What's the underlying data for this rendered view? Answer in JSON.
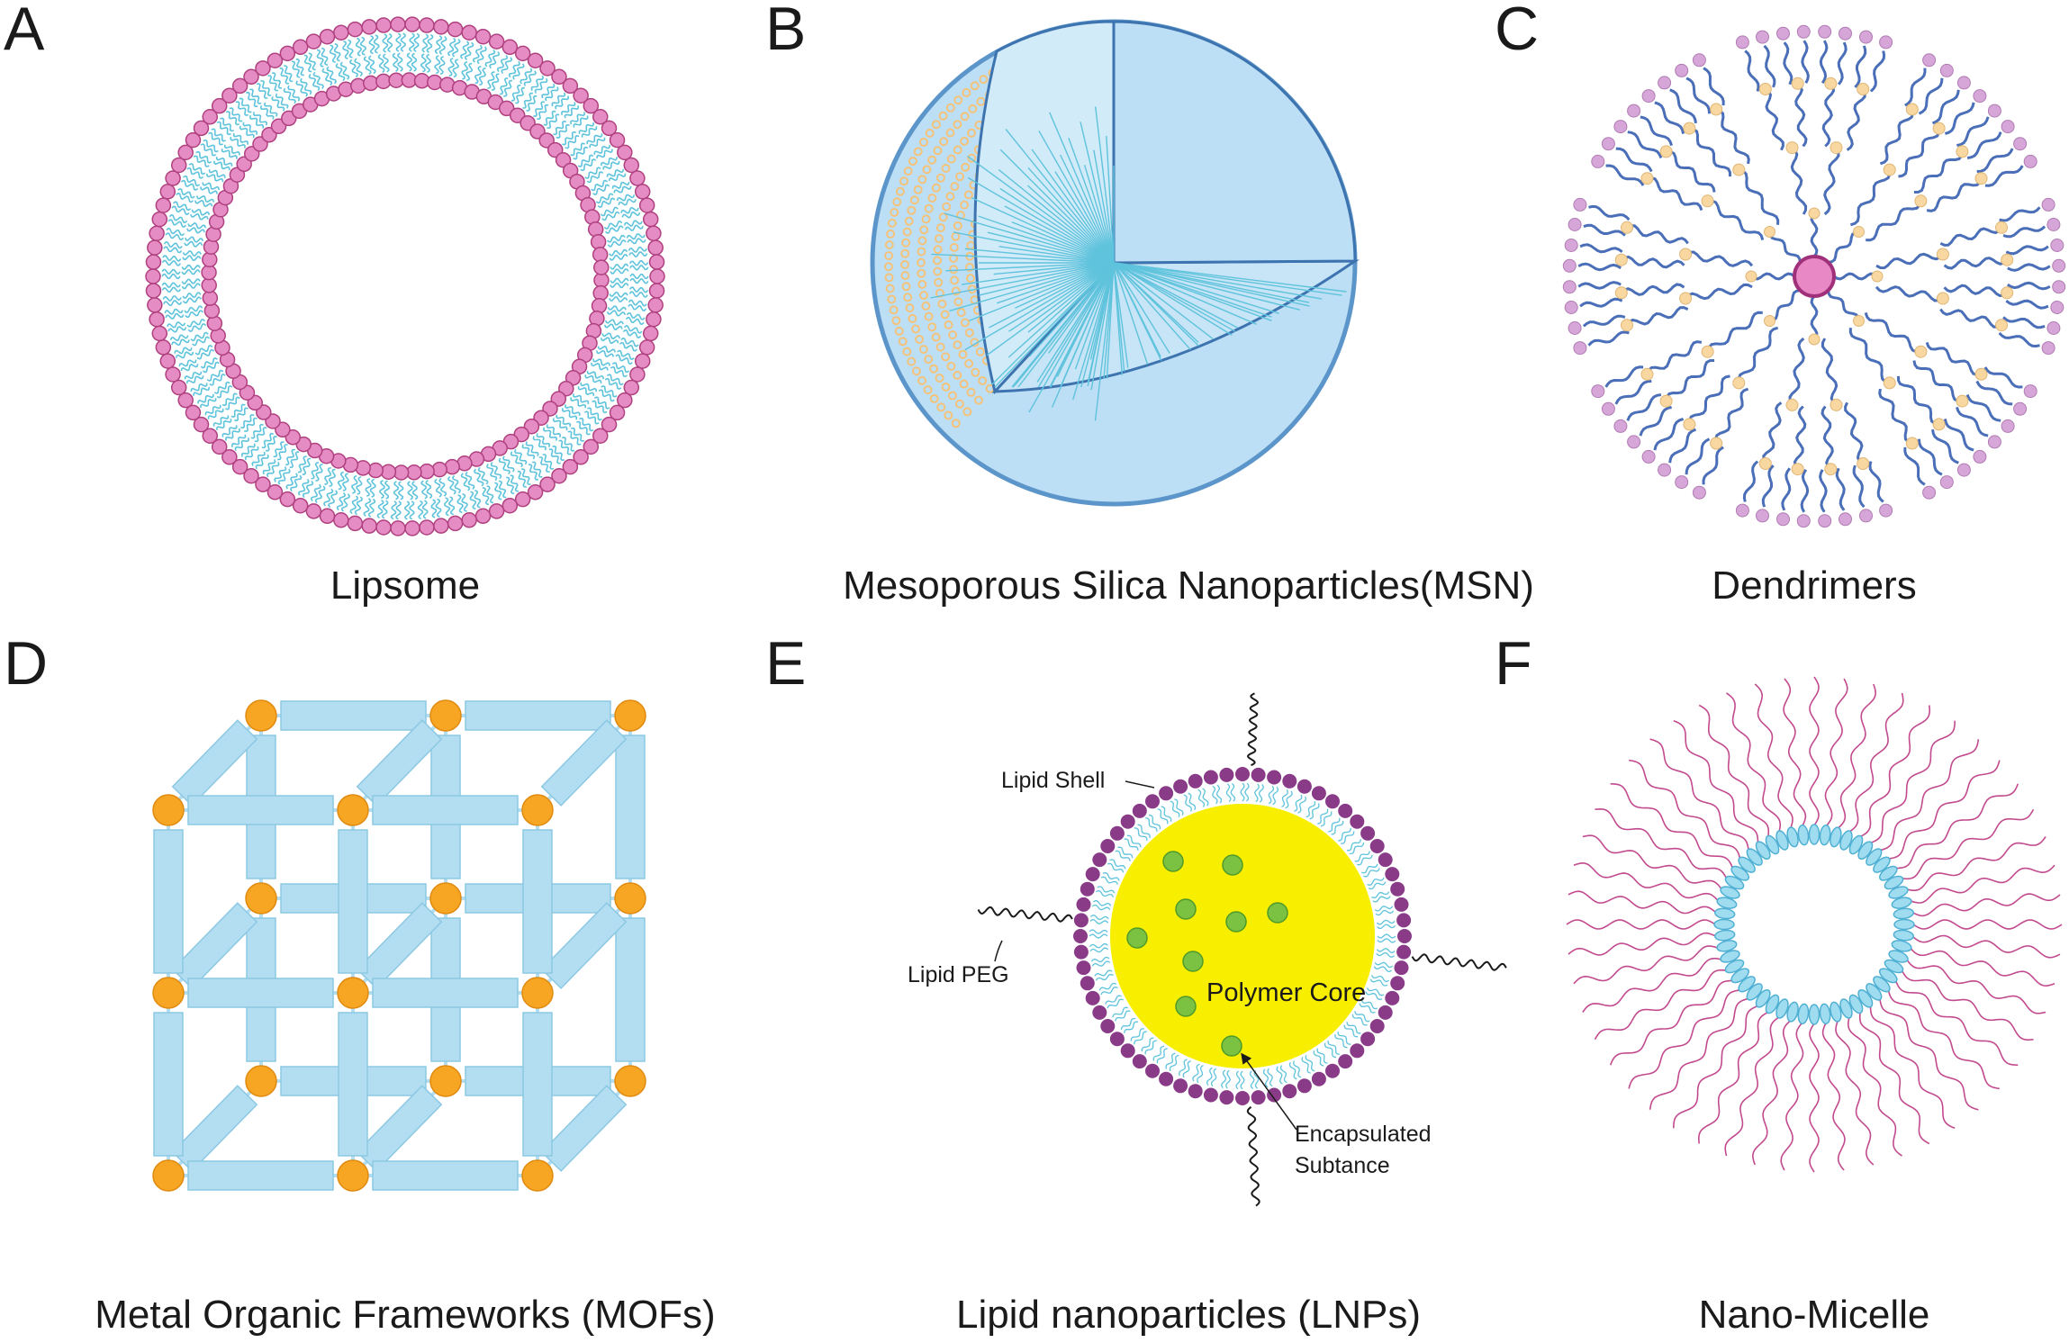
{
  "panels": {
    "A": {
      "letter": "A",
      "caption": "Lipsome"
    },
    "B": {
      "letter": "B",
      "caption": "Mesoporous Silica Nanoparticles(MSN)"
    },
    "C": {
      "letter": "C",
      "caption": "Dendrimers"
    },
    "D": {
      "letter": "D",
      "caption": "Metal Organic Frameworks (MOFs)"
    },
    "E": {
      "letter": "E",
      "caption": "Lipid nanoparticles (LNPs)",
      "labels": {
        "lipid_shell": "Lipid Shell",
        "lipid_peg": "Lipid PEG",
        "polymer_core": "Polymer Core",
        "encapsulated_1": "Encapsulated",
        "encapsulated_2": "Subtance"
      }
    },
    "F": {
      "letter": "F",
      "caption": "Nano-Micelle"
    }
  },
  "colors": {
    "head_pink": "#e48cc3",
    "head_pink_stroke": "#b0407f",
    "tail_cyan": "#5fc3dc",
    "msn_fill": "#bcdff5",
    "msn_stroke": "#5b95c9",
    "msn_dots": "#f5c27a",
    "dendrimer_branch": "#4a6fb8",
    "dendrimer_node": "#f8d8a0",
    "dendrimer_end": "#d7a6d9",
    "dendrimer_core": "#e889c5",
    "mof_node": "#f6a623",
    "mof_linker": "#b3def1",
    "lnp_shell": "#8a3b88",
    "lnp_core": "#f7ee00",
    "lnp_cargo": "#7cc242",
    "micelle_head": "#9fdcf0",
    "micelle_tail": "#c24a8e"
  }
}
